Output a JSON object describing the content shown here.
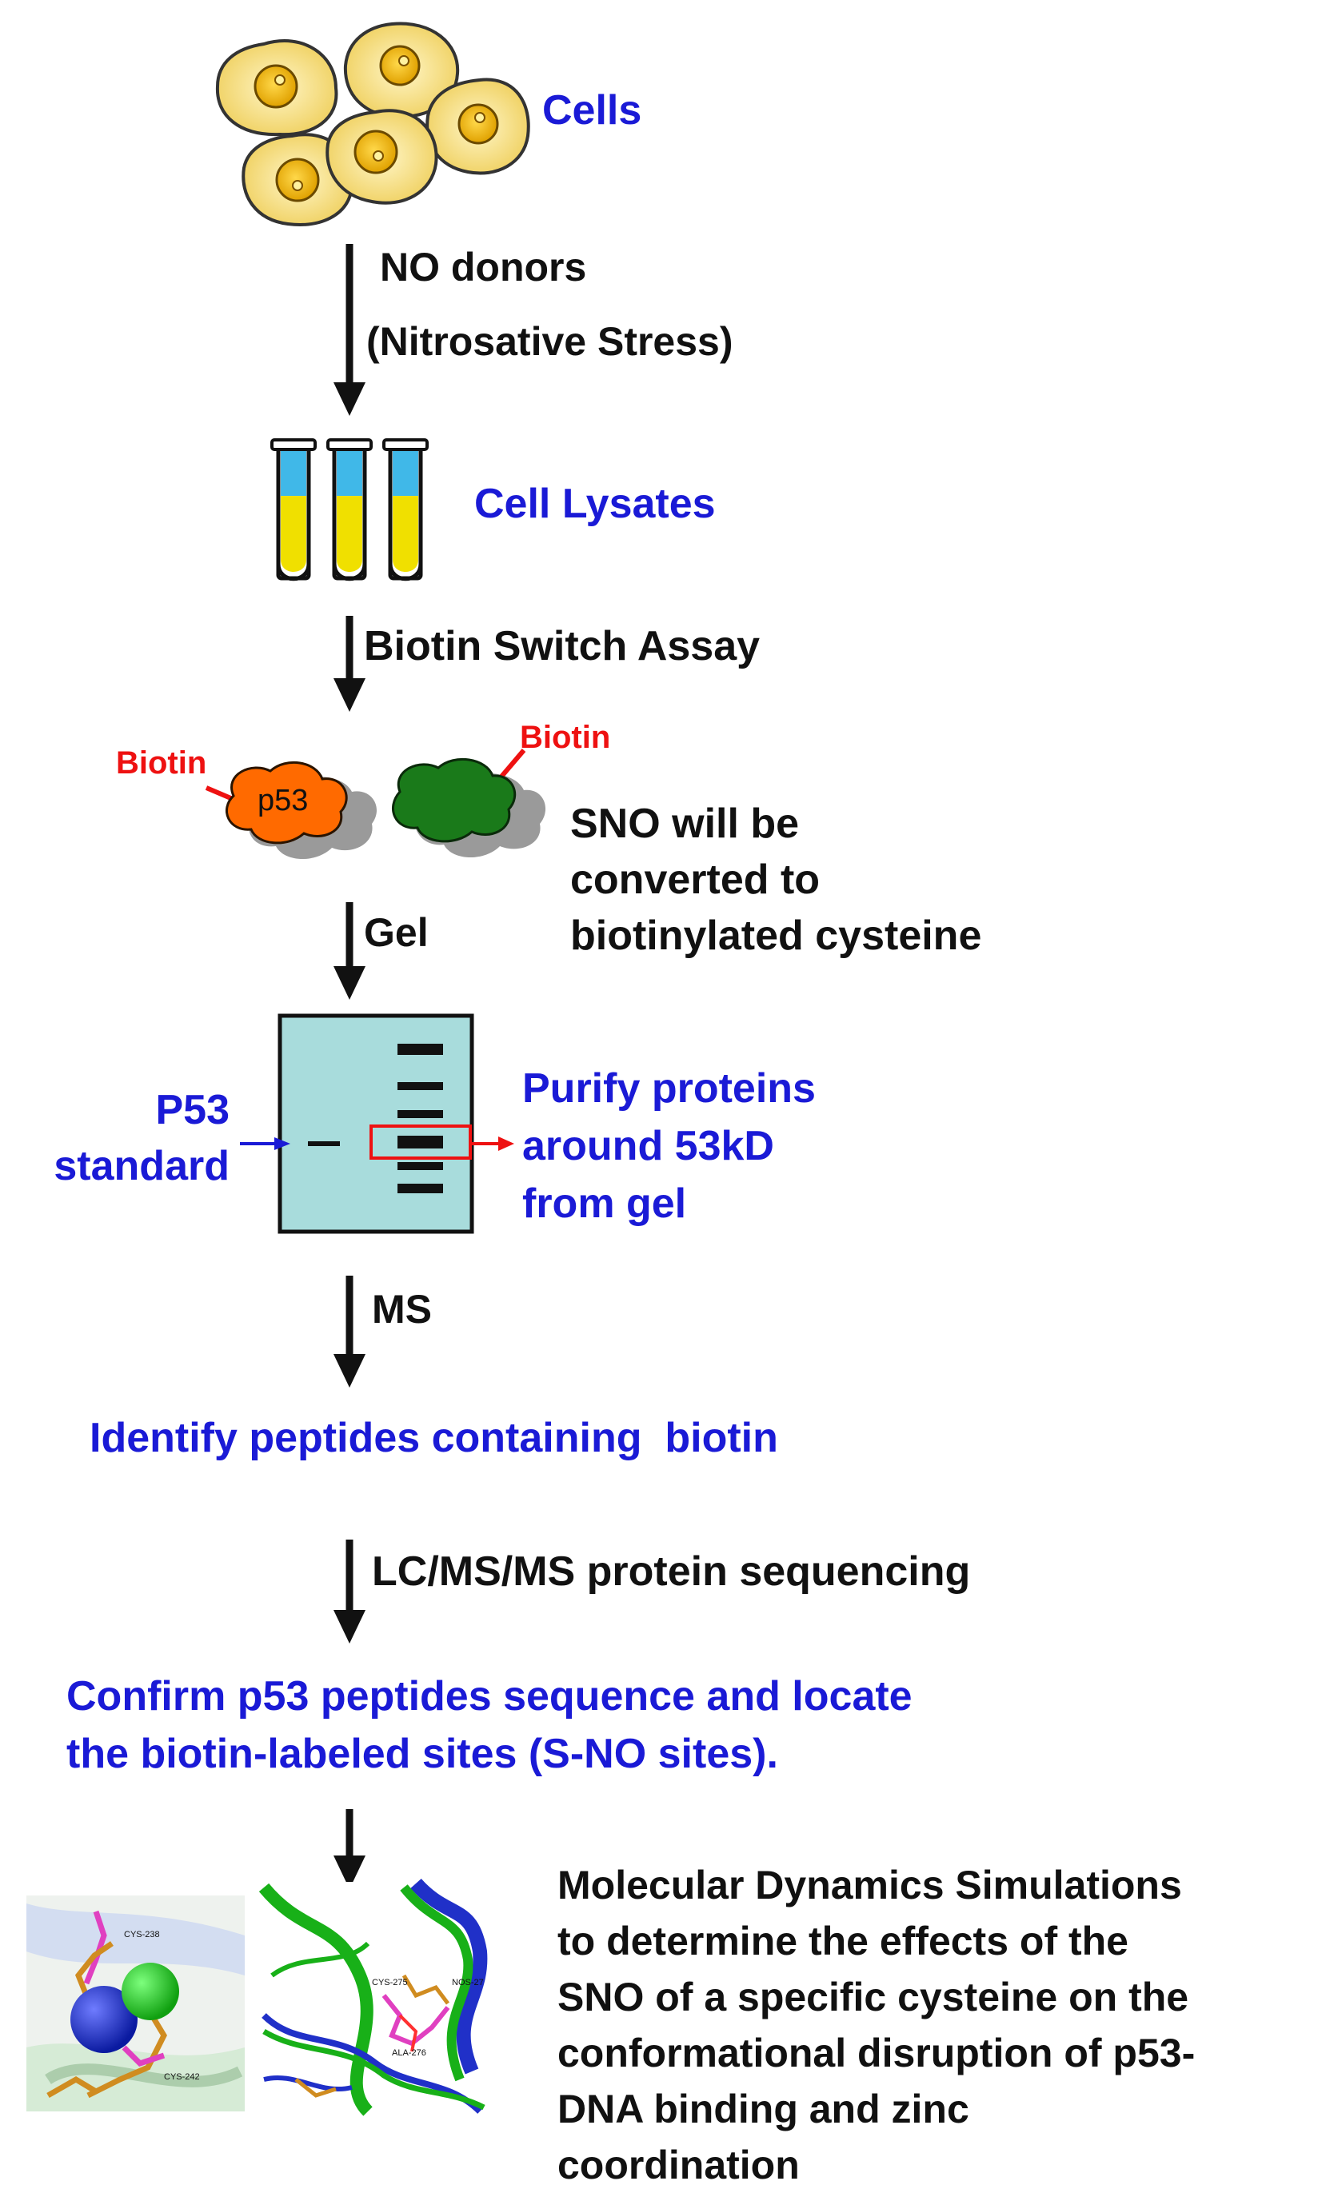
{
  "steps": {
    "cells": "Cells",
    "no_donors": "NO donors",
    "nitrosative": "(Nitrosative Stress)",
    "cell_lysates": "Cell Lysates",
    "biotin_switch": "Biotin Switch Assay",
    "biotin_left": "Biotin",
    "biotin_right": "Biotin",
    "p53_blob": "p53",
    "sno_lines": [
      "SNO will be",
      "converted to",
      "biotinylated cysteine"
    ],
    "gel": "Gel",
    "p53_standard": [
      "P53",
      "standard"
    ],
    "purify_lines": [
      "Purify proteins",
      "around 53kD",
      "from gel"
    ],
    "ms": "MS",
    "identify": "Identify peptides containing  biotin",
    "lcms": "LC/MS/MS protein sequencing",
    "confirm_lines": [
      "Confirm p53 peptides sequence and locate",
      "the biotin-labeled sites (S-NO sites)."
    ],
    "md_lines": [
      "Molecular Dynamics Simulations",
      "to determine the effects of the",
      "SNO of a specific cysteine on the",
      "conformational disruption of p53-",
      "DNA binding and zinc",
      "coordination"
    ]
  },
  "structure_labels": {
    "left_top": "CYS-238",
    "left_bottom": "CYS-242",
    "right_a": "CYS-275",
    "right_b": "NOS-27",
    "right_c": "ALA-276"
  },
  "colors": {
    "label_blue": "#1a1ad6",
    "label_black": "#111111",
    "biotin_red": "#ee1111",
    "p53_orange": "#ff6a00",
    "protein_green": "#1a7a1a",
    "gel_fill": "#a8dcdc",
    "tube_yellow": "#f0e000",
    "tube_blue": "#40b8e8",
    "cell_yellow": "#f5dd7a"
  }
}
